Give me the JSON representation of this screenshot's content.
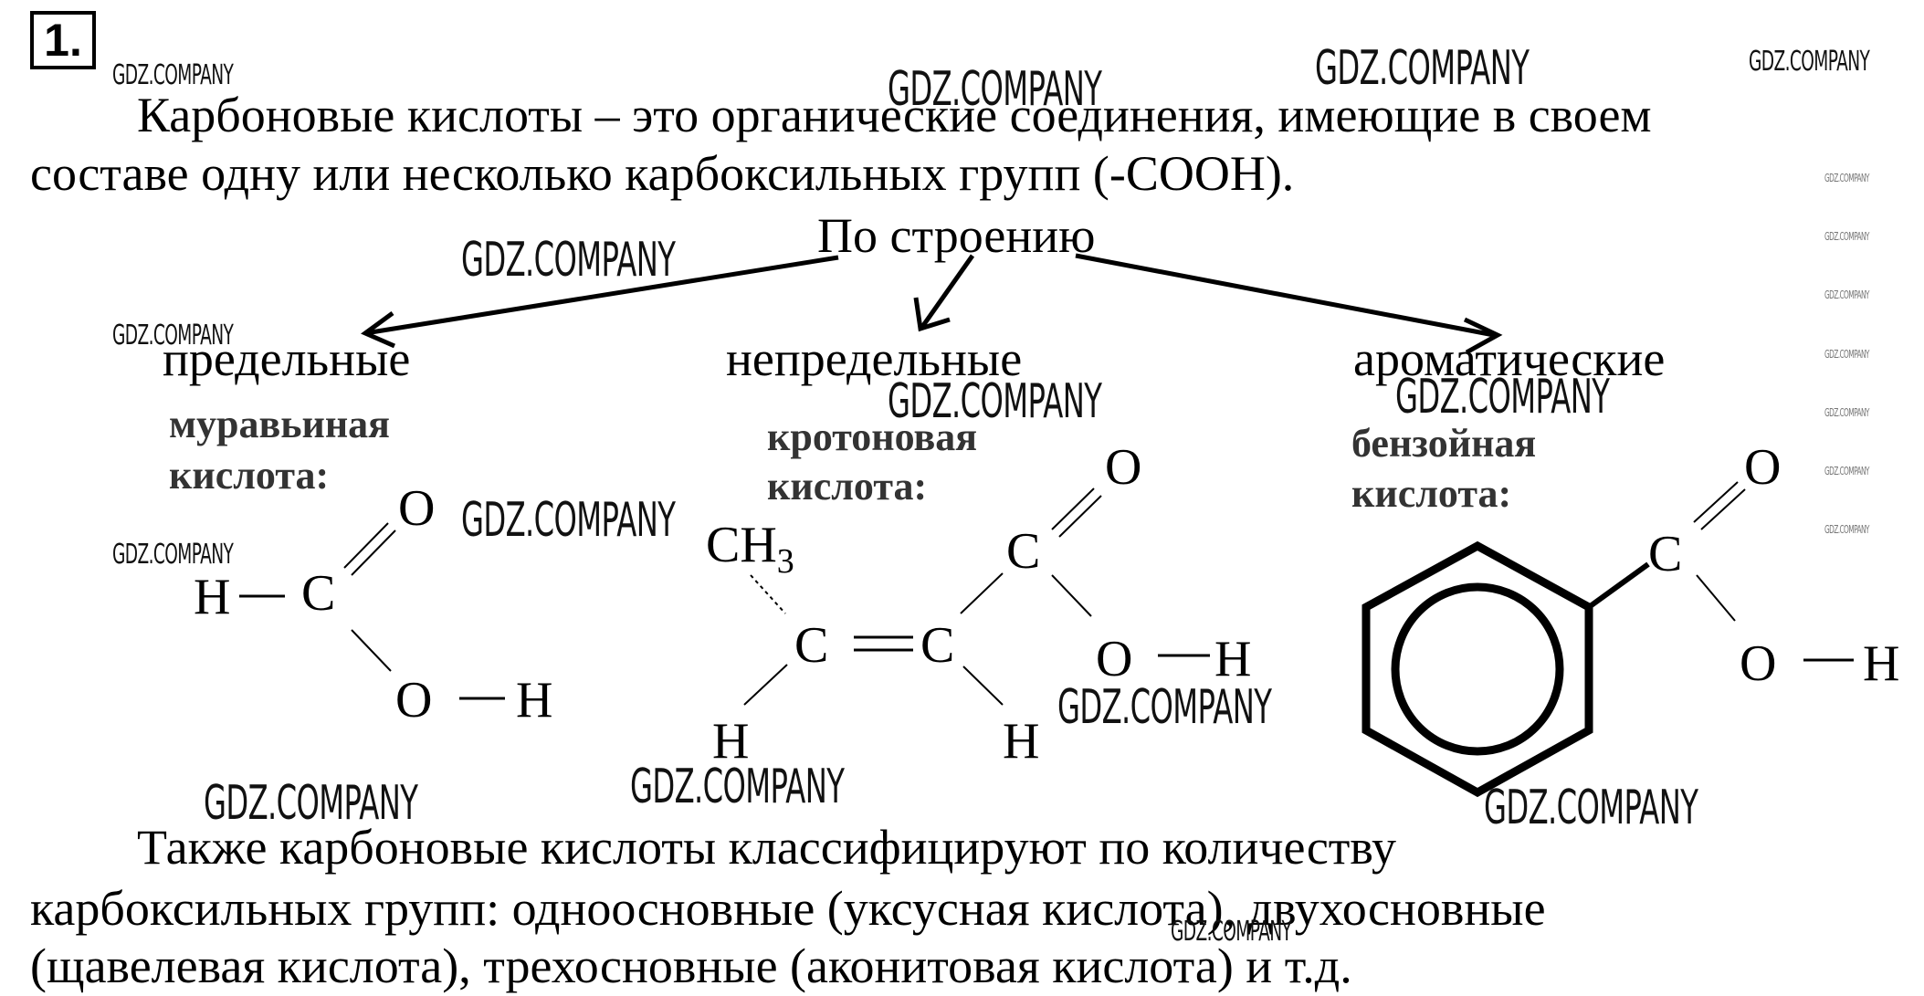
{
  "task_number": "1.",
  "intro": {
    "line1": "Карбоновые кислоты – это органические соединения, имеющие в своем",
    "line2": "составе одну или несколько карбоксильных групп (-COOH)."
  },
  "classification": {
    "heading": "По строению",
    "categories": [
      {
        "name": "предельные",
        "acid_line1": "муравьиная",
        "acid_line2": "кислота:"
      },
      {
        "name": "непредельные",
        "acid_line1": "кротоновая",
        "acid_line2": "кислота:"
      },
      {
        "name": "ароматические",
        "acid_line1": "бензойная",
        "acid_line2": "кислота:"
      }
    ]
  },
  "formulas": {
    "formic": {
      "h": "H",
      "c": "C",
      "o_double": "O",
      "o": "O",
      "h_oh": "H"
    },
    "crotonic": {
      "ch3": "CH",
      "ch3_sub": "3",
      "c1": "C",
      "c2": "C",
      "c3": "C",
      "h1": "H",
      "h2": "H",
      "o_double": "O",
      "o": "O",
      "h_oh": "H"
    },
    "benzoic": {
      "c": "C",
      "o_double": "O",
      "o": "O",
      "h_oh": "H"
    }
  },
  "outro": {
    "line1": "Также карбоновые кислоты классифицируют по количеству",
    "line2": "карбоксильных групп: одноосновные (уксусная кислота), двухосновные",
    "line3": "(щавелевая кислота), трехосновные (аконитовая кислота) и т.д."
  },
  "watermark_text": "GDZ.COMPANY"
}
